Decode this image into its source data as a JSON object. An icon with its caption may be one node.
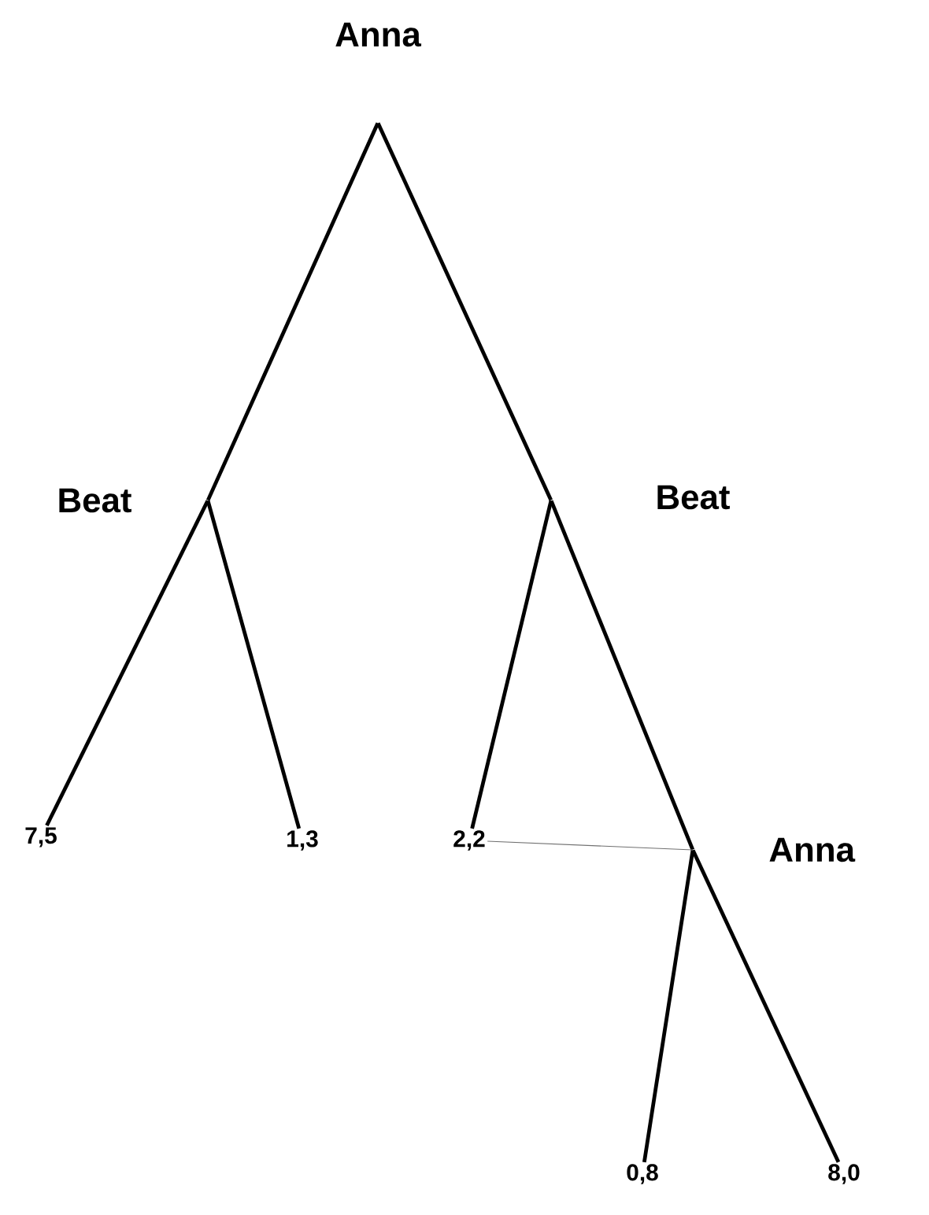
{
  "diagram": {
    "nodes": [
      {
        "text": [],
        "shape": "point",
        "beside": [
          "Anna"
        ]
      },
      {
        "text": [],
        "shape": "point",
        "beside": [
          "Beat"
        ]
      },
      {
        "text": [],
        "shape": "point",
        "beside": [
          "Beat"
        ]
      },
      {
        "text": [],
        "shape": "point",
        "beside": [
          "Anna"
        ]
      },
      {
        "text": [
          "7,5"
        ]
      },
      {
        "text": [
          "1,3"
        ]
      },
      {
        "text": [
          "2,2"
        ]
      },
      {
        "text": [
          "0,8"
        ]
      },
      {
        "text": [
          "8,0"
        ]
      }
    ],
    "edges": [
      {
        "from": 0,
        "to": 1,
        "arrow": "none"
      },
      {
        "from": 0,
        "to": 2,
        "arrow": "none"
      },
      {
        "from": 1,
        "to": 4,
        "arrow": "none"
      },
      {
        "from": 1,
        "to": 5,
        "arrow": "none"
      },
      {
        "from": 2,
        "to": 6,
        "arrow": "none"
      },
      {
        "from": 2,
        "to": 3,
        "arrow": "none"
      },
      {
        "from": 3,
        "to": 7,
        "arrow": "none"
      },
      {
        "from": 3,
        "to": 8,
        "arrow": "none"
      },
      {
        "from": 6,
        "to": 3,
        "arrow": "none",
        "color": "#707070"
      }
    ]
  }
}
